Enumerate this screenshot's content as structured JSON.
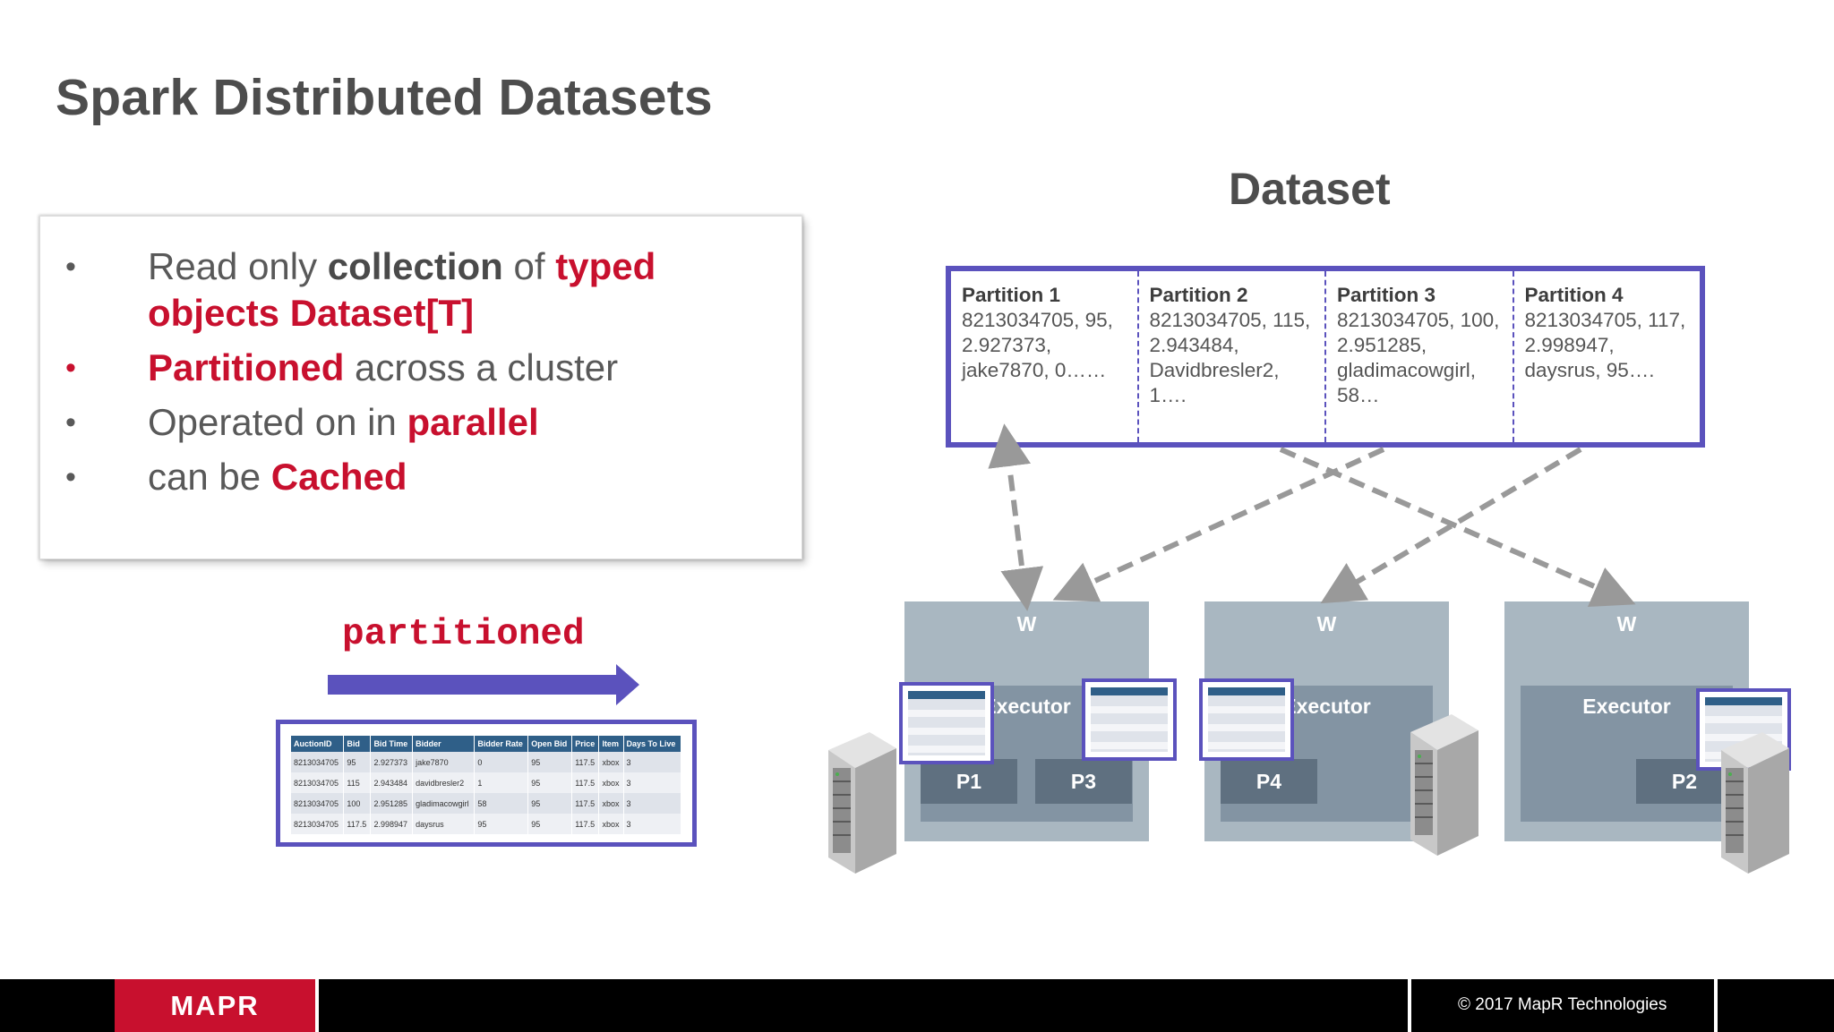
{
  "slide": {
    "title": "Spark Distributed Datasets"
  },
  "bullets": [
    {
      "dot": "•",
      "parts": [
        {
          "t": "Read only ",
          "s": "n"
        },
        {
          "t": "collection",
          "s": "b"
        },
        {
          "t": " of ",
          "s": "n"
        },
        {
          "t": "typed objects Dataset[T]",
          "s": "r"
        }
      ]
    },
    {
      "dot": "•",
      "red": true,
      "parts": [
        {
          "t": "Partitioned",
          "s": "r"
        },
        {
          "t": " across a cluster",
          "s": "n"
        }
      ]
    },
    {
      "dot": "•",
      "parts": [
        {
          "t": "Operated on in ",
          "s": "n"
        },
        {
          "t": "parallel",
          "s": "r"
        }
      ]
    },
    {
      "dot": "•",
      "parts": [
        {
          "t": "can be ",
          "s": "n"
        },
        {
          "t": "Cached",
          "s": "r"
        }
      ]
    }
  ],
  "partitioned_label": "partitioned",
  "table": {
    "headers": [
      "AuctionID",
      "Bid",
      "Bid Time",
      "Bidder",
      "Bidder Rate",
      "Open Bid",
      "Price",
      "Item",
      "Days To Live"
    ],
    "rows": [
      [
        "8213034705",
        "95",
        "2.927373",
        "jake7870",
        "0",
        "95",
        "117.5",
        "xbox",
        "3"
      ],
      [
        "8213034705",
        "115",
        "2.943484",
        "davidbresler2",
        "1",
        "95",
        "117.5",
        "xbox",
        "3"
      ],
      [
        "8213034705",
        "100",
        "2.951285",
        "gladimacowgirl",
        "58",
        "95",
        "117.5",
        "xbox",
        "3"
      ],
      [
        "8213034705",
        "117.5",
        "2.998947",
        "daysrus",
        "95",
        "95",
        "117.5",
        "xbox",
        "3"
      ]
    ]
  },
  "dataset": {
    "label": "Dataset",
    "partitions": [
      {
        "name": "Partition 1",
        "text": "8213034705, 95, 2.927373, jake7870, 0……"
      },
      {
        "name": "Partition 2",
        "text": "8213034705, 115, 2.943484, Davidbresler2, 1…."
      },
      {
        "name": "Partition 3",
        "text": "8213034705, 100, 2.951285, gladimacowgirl, 58…"
      },
      {
        "name": "Partition 4",
        "text": "8213034705, 117, 2.998947, daysrus, 95…."
      }
    ]
  },
  "workers": [
    {
      "label": "W",
      "executor": "Executor",
      "parts": [
        "P1",
        "P3"
      ]
    },
    {
      "label": "W",
      "executor": "Executor",
      "parts": [
        "P4"
      ]
    },
    {
      "label": "W",
      "executor": "Executor",
      "parts": [
        "P2"
      ]
    }
  ],
  "footer": {
    "logo": "MAPR",
    "copyright": "© 2017 MapR Technologies"
  },
  "colors": {
    "accent_red": "#c8102e",
    "accent_purple": "#5b52bd",
    "worker_gray": "#a9b7c1",
    "executor_gray": "#8394a3",
    "partition_gray": "#5f7080"
  }
}
